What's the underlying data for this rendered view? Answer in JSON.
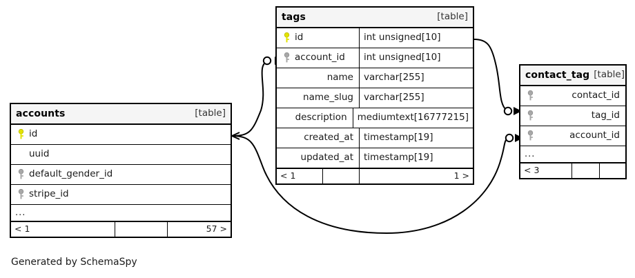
{
  "diagram": {
    "type": "entity-relationship-diagram",
    "generator_caption": "Generated by SchemaSpy",
    "kind_label": "[table]",
    "ellipsis": "...",
    "colors": {
      "primary_key": "#e3e300",
      "foreign_key": "#a8a8a8",
      "border": "#000000",
      "header_bg": "#f5f5f5",
      "page_bg": "#ffffff"
    }
  },
  "tables": {
    "accounts": {
      "name": "accounts",
      "kind": "[table]",
      "columns": [
        {
          "key": "primary",
          "name": "id",
          "type": ""
        },
        {
          "key": "none",
          "name": "uuid",
          "type": ""
        },
        {
          "key": "foreign",
          "name": "default_gender_id",
          "type": ""
        },
        {
          "key": "foreign",
          "name": "stripe_id",
          "type": ""
        }
      ],
      "more_indicator": "...",
      "footer": [
        "< 1",
        "",
        "57 >"
      ]
    },
    "tags": {
      "name": "tags",
      "kind": "[table]",
      "columns": [
        {
          "key": "primary",
          "name": "id",
          "type": "int unsigned[10]"
        },
        {
          "key": "foreign",
          "name": "account_id",
          "type": "int unsigned[10]"
        },
        {
          "key": "none",
          "name": "name",
          "type": "varchar[255]"
        },
        {
          "key": "none",
          "name": "name_slug",
          "type": "varchar[255]"
        },
        {
          "key": "none",
          "name": "description",
          "type": "mediumtext[16777215]"
        },
        {
          "key": "none",
          "name": "created_at",
          "type": "timestamp[19]"
        },
        {
          "key": "none",
          "name": "updated_at",
          "type": "timestamp[19]"
        }
      ],
      "footer": [
        "< 1",
        "",
        "1 >"
      ]
    },
    "contact_tag": {
      "name": "contact_tag",
      "kind": "[table]",
      "columns": [
        {
          "key": "foreign",
          "name": "contact_id",
          "type": ""
        },
        {
          "key": "foreign",
          "name": "tag_id",
          "type": ""
        },
        {
          "key": "foreign",
          "name": "account_id",
          "type": ""
        }
      ],
      "more_indicator": "...",
      "footer": [
        "< 3",
        "",
        ""
      ]
    }
  },
  "relationships": [
    {
      "from_table": "accounts",
      "from_column": "id",
      "to_table": "tags",
      "to_column": "account_id"
    },
    {
      "from_table": "accounts",
      "from_column": "id",
      "to_table": "contact_tag",
      "to_column": "account_id"
    },
    {
      "from_table": "tags",
      "from_column": "id",
      "to_table": "contact_tag",
      "to_column": "tag_id"
    }
  ]
}
